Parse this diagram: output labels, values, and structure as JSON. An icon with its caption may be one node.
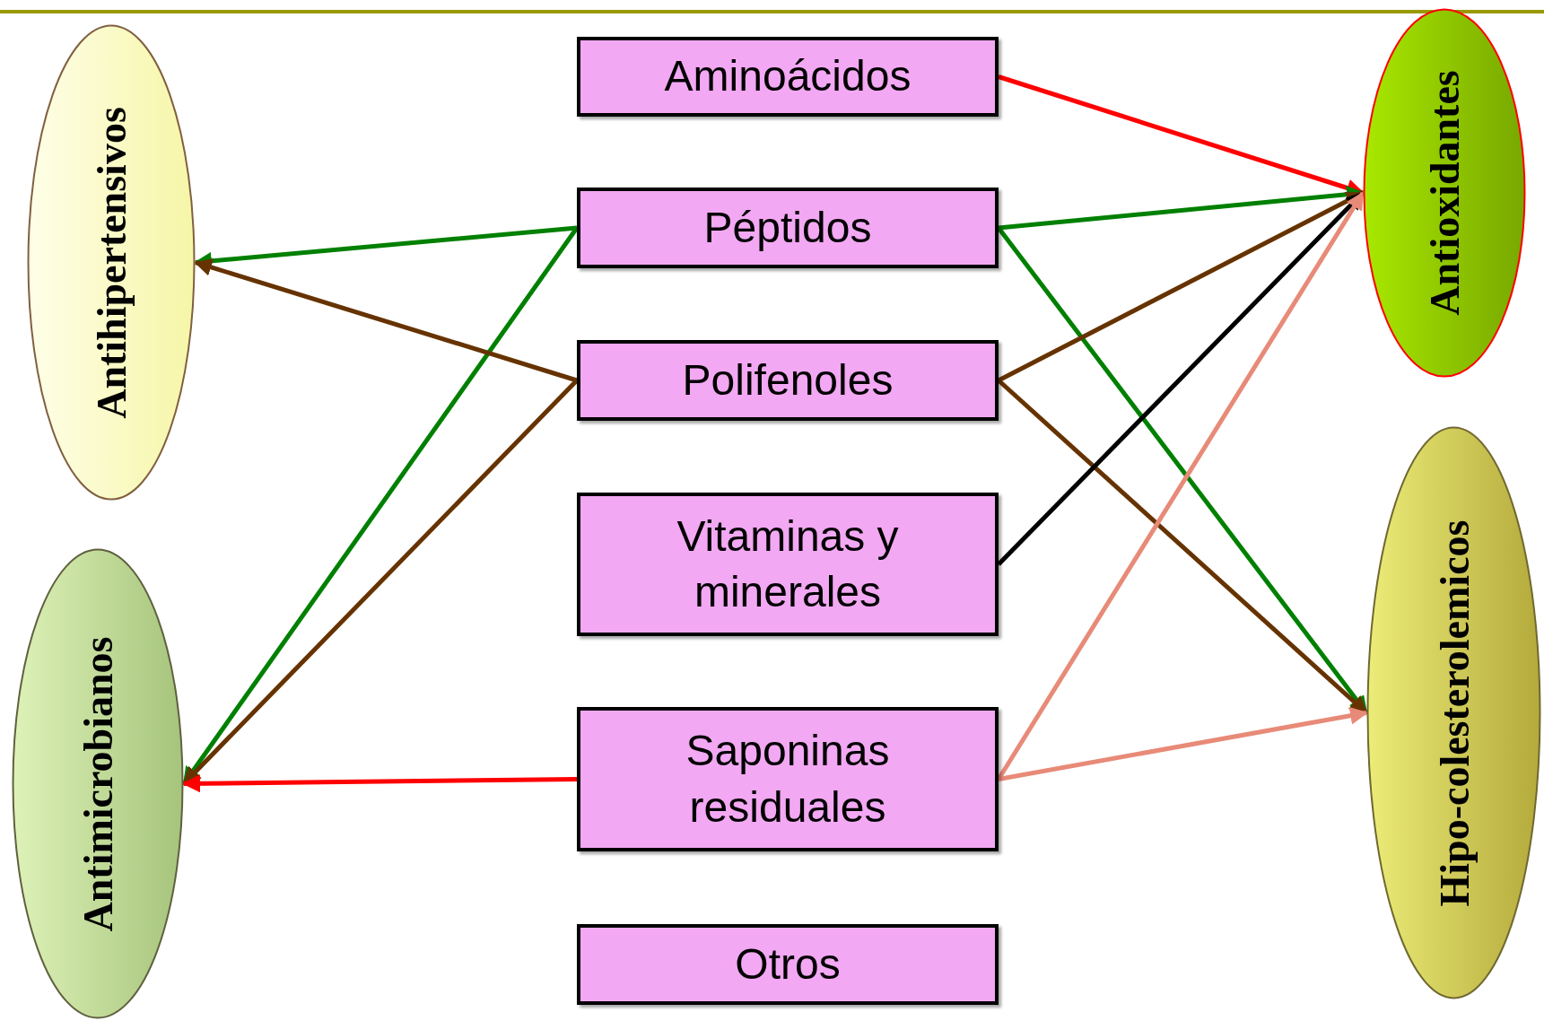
{
  "diagram": {
    "nodes": [
      {
        "text": [
          "Antihipertensivos"
        ]
      },
      {
        "text": [
          "Antimicrobianos"
        ]
      },
      {
        "text": [
          "Aminoácidos"
        ]
      },
      {
        "text": [
          "Péptidos"
        ]
      },
      {
        "text": [
          "Polifenoles"
        ]
      },
      {
        "text": [
          "Vitaminas y minerales"
        ]
      },
      {
        "text": [
          "Saponinas residuales"
        ]
      },
      {
        "text": [
          "Otros"
        ]
      },
      {
        "text": [
          "Antioxidantes"
        ]
      },
      {
        "text": [
          "Hipo-colesterolemicos"
        ]
      }
    ],
    "edges": [
      {
        "from": 2,
        "to": 8,
        "arrow": "to",
        "color": "#ff0000"
      },
      {
        "from": 3,
        "to": 8,
        "arrow": "to",
        "color": "#008000"
      },
      {
        "from": 3,
        "to": 0,
        "arrow": "to",
        "color": "#008000"
      },
      {
        "from": 3,
        "to": 1,
        "arrow": "to",
        "color": "#008000"
      },
      {
        "from": 3,
        "to": 9,
        "arrow": "to",
        "color": "#008000"
      },
      {
        "from": 4,
        "to": 0,
        "arrow": "to",
        "color": "#663300"
      },
      {
        "from": 4,
        "to": 1,
        "arrow": "to",
        "color": "#663300"
      },
      {
        "from": 4,
        "to": 8,
        "arrow": "to",
        "color": "#663300"
      },
      {
        "from": 4,
        "to": 9,
        "arrow": "to",
        "color": "#663300"
      },
      {
        "from": 5,
        "to": 8,
        "arrow": "to",
        "color": "#000000"
      },
      {
        "from": 6,
        "to": 1,
        "arrow": "to",
        "color": "#ff0000"
      },
      {
        "from": 6,
        "to": 8,
        "arrow": "to",
        "color": "#e88a78"
      },
      {
        "from": 6,
        "to": 9,
        "arrow": "to",
        "color": "#e88a78"
      }
    ]
  }
}
